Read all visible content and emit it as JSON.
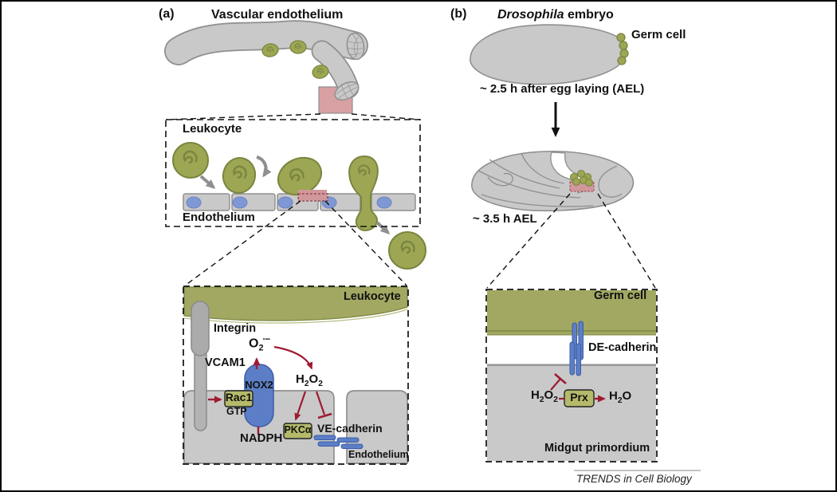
{
  "figure": {
    "caption": "TRENDS in Cell Biology"
  },
  "colors": {
    "leukocyte_green": "#9da653",
    "leukocyte_green_dark": "#7b8540",
    "tissue_gray": "#c9c9c9",
    "tissue_gray_border": "#8f8f8f",
    "membrane_blue": "#5b7ec6",
    "nucleus_blue": "#7f98d4",
    "highlight_pink": "#d9a0a4",
    "signal_red": "#9e1b32",
    "enzyme_box_olive": "#b5ba6b"
  },
  "panel_a": {
    "label": "(a)",
    "title": "Vascular endothelium",
    "rolling_view": {
      "leukocyte_label": "Leukocyte",
      "endothelium_label": "Endothelium"
    },
    "molecular_view": {
      "leukocyte_label": "Leukocyte",
      "integrin_label": "Integrin",
      "vcam1_label": "VCAM1",
      "nox2_label": "NOX2",
      "rac1_label": "Rac1",
      "gtp_label": "GTP",
      "nadph_label": "NADPH",
      "pkca_label": "PKCα",
      "ve_cadherin_label": "VE-cadherin",
      "endothelium_label": "Endothelium",
      "superoxide": {
        "o": "O",
        "sub": "2",
        "sup": "·−"
      },
      "h2o2": {
        "h": "H",
        "s1": "2",
        "o": "O",
        "s2": "2"
      }
    }
  },
  "panel_b": {
    "label": "(b)",
    "title_species": "Drosophila",
    "title_rest": " embryo",
    "germ_cell_label": "Germ cell",
    "stage1_label": "~ 2.5 h after egg laying (AEL)",
    "stage2_label": "~ 3.5 h AEL",
    "molecular_view": {
      "germ_cell_label": "Germ cell",
      "de_cadherin_label": "DE-cadherin",
      "prx_label": "Prx",
      "midgut_label": "Midgut primordium",
      "h2o2": {
        "h": "H",
        "s1": "2",
        "o": "O",
        "s2": "2"
      },
      "h2o": {
        "h": "H",
        "s1": "2",
        "o": "O"
      }
    }
  }
}
